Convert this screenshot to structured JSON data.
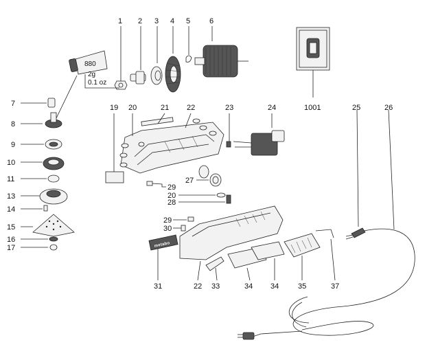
{
  "figure": {
    "part_numbers": {
      "p1": "1",
      "p2": "2",
      "p3": "3",
      "p4": "4",
      "p5": "5",
      "p6": "6",
      "p7": "7",
      "p8": "8",
      "p9": "9",
      "p10": "10",
      "p11": "11",
      "p13": "13",
      "p14": "14",
      "p15": "15",
      "p16": "16",
      "p17": "17",
      "p19": "19",
      "p20a": "20",
      "p20b": "20",
      "p21": "21",
      "p22a": "22",
      "p22b": "22",
      "p23": "23",
      "p24": "24",
      "p25": "25",
      "p26": "26",
      "p27": "27",
      "p28": "28",
      "p29a": "29",
      "p29b": "29",
      "p30": "30",
      "p31": "31",
      "p33": "33",
      "p34a": "34",
      "p34b": "34",
      "p35": "35",
      "p37": "37",
      "p1001": "1001"
    },
    "grease_tube": {
      "code": "880",
      "amount_g": "2g",
      "amount_oz": "0.1 oz"
    },
    "badge_text": "metabo"
  }
}
